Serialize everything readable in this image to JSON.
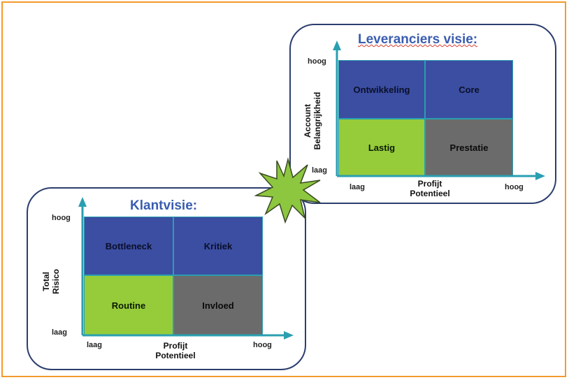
{
  "supplier": {
    "title": "Leveranciers visie:",
    "quadrants": {
      "top_left": "Ontwikkeling",
      "top_right": "Core",
      "bottom_left": "Lastig",
      "bottom_right": "Prestatie"
    },
    "y_axis": {
      "line1": "Account",
      "line2": "Belangrijkheid",
      "high": "hoog",
      "low": "laag"
    },
    "x_axis": {
      "line1": "Profijt",
      "line2": "Potentieel",
      "low": "laag",
      "high": "hoog"
    }
  },
  "customer": {
    "title": "Klantvisie:",
    "quadrants": {
      "top_left": "Bottleneck",
      "top_right": "Kritiek",
      "bottom_left": "Routine",
      "bottom_right": "Invloed"
    },
    "y_axis": {
      "line1": "Total",
      "line2": "Risico",
      "high": "hoog",
      "low": "laag"
    },
    "x_axis": {
      "line1": "Profijt",
      "line2": "Potentieel",
      "low": "laag",
      "high": "hoog"
    }
  },
  "colors": {
    "frame": "#f39a2c",
    "blue_quadrant": "#3b4ea1",
    "green_quadrant": "#96cc3a",
    "grey_quadrant": "#6b6b6b",
    "axis": "#2a9fb1",
    "burst": "#8dc63f"
  }
}
